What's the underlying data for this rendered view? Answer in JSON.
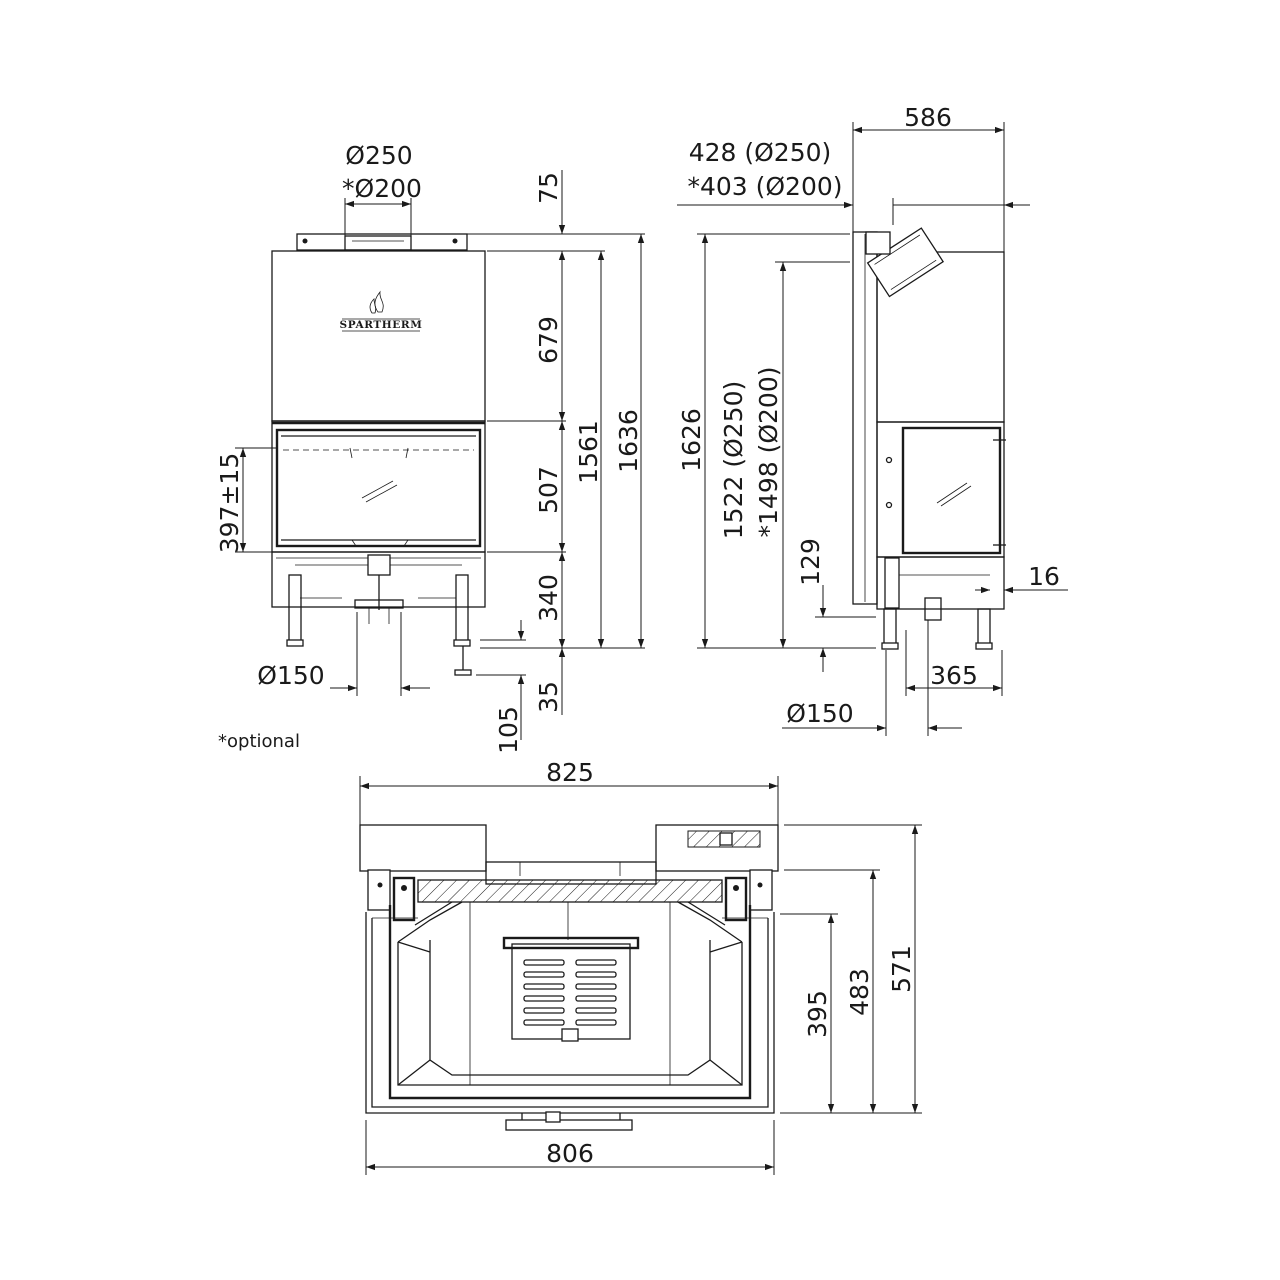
{
  "brand": "SPARTHERM",
  "note": "*optional",
  "front_view": {
    "flue_diameter": "Ø250",
    "flue_diameter_optional": "*Ø200",
    "top_offset": "75",
    "hood_height": "679",
    "door_height": "507",
    "base_height": "340",
    "height_to_outlet": "1561",
    "total_height": "1636",
    "foot_adjust": "35",
    "foot_total": "105",
    "floor_to_glass": "397±15",
    "air_inlet_diameter": "Ø150"
  },
  "side_view": {
    "depth_total": "586",
    "flue_offset": "428 (Ø250)",
    "flue_offset_optional": "*403 (Ø200)",
    "height_total": "1626",
    "height_to_flue": "1522 (Ø250)",
    "height_to_flue_optional": "*1498 (Ø200)",
    "air_inlet_height": "129",
    "frame_depth": "16",
    "air_inlet_offset": "365",
    "air_inlet_diameter": "Ø150"
  },
  "plan_view": {
    "width_outer": "825",
    "width_inner": "806",
    "depth_outer": "571",
    "depth_mid": "483",
    "depth_inner": "395"
  }
}
